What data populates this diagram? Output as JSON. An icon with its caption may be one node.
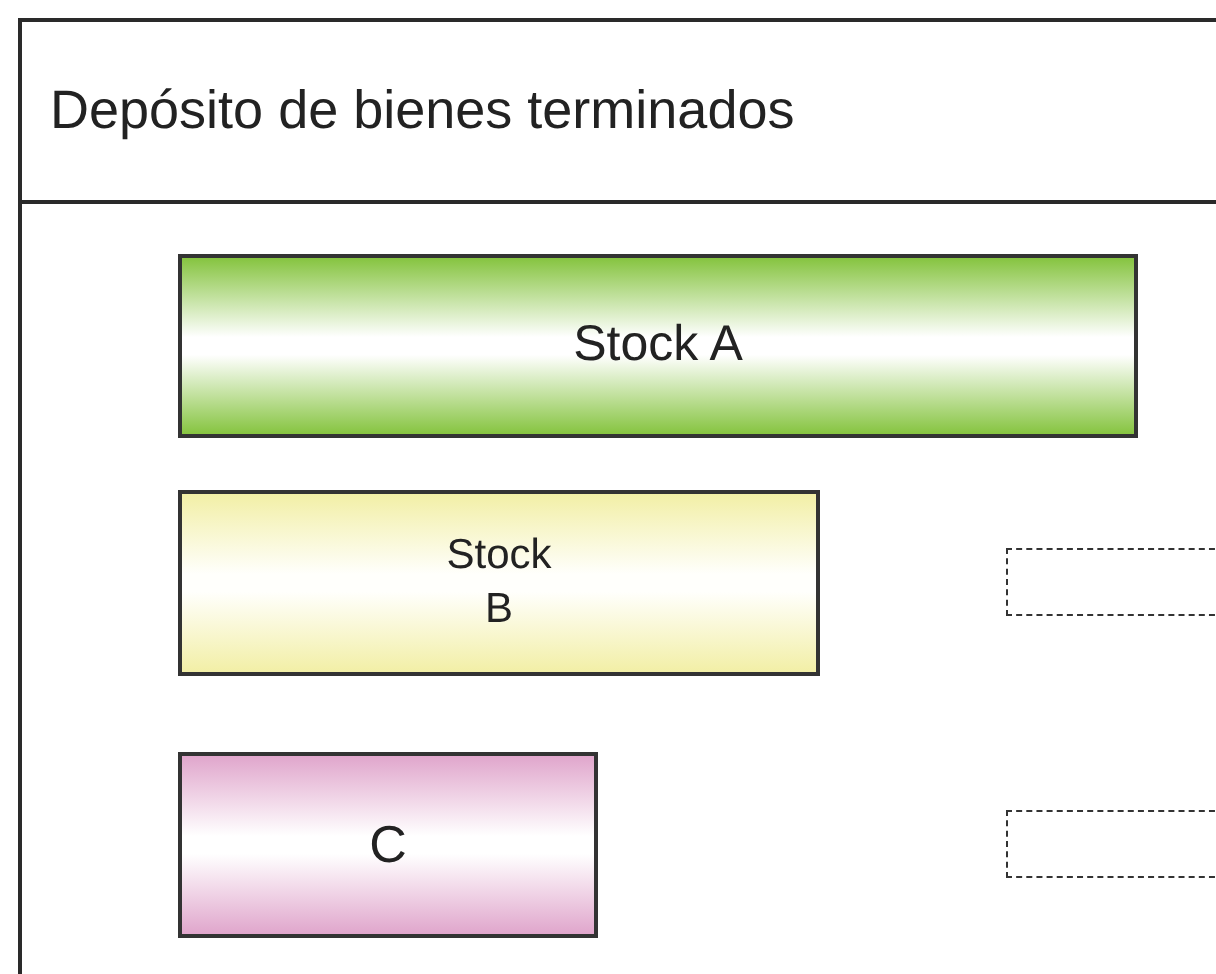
{
  "diagram": {
    "nodes": [
      {
        "text": [
          "Depósito de bienes terminados"
        ]
      },
      {
        "text": [
          "Stock A"
        ],
        "in": 0
      },
      {
        "text": [
          "Stock B"
        ],
        "in": 0
      },
      {
        "text": [
          "C"
        ],
        "in": 0
      },
      {
        "text": [],
        "shape": "box",
        "in": 0
      },
      {
        "text": [],
        "shape": "box",
        "in": 0
      }
    ]
  }
}
